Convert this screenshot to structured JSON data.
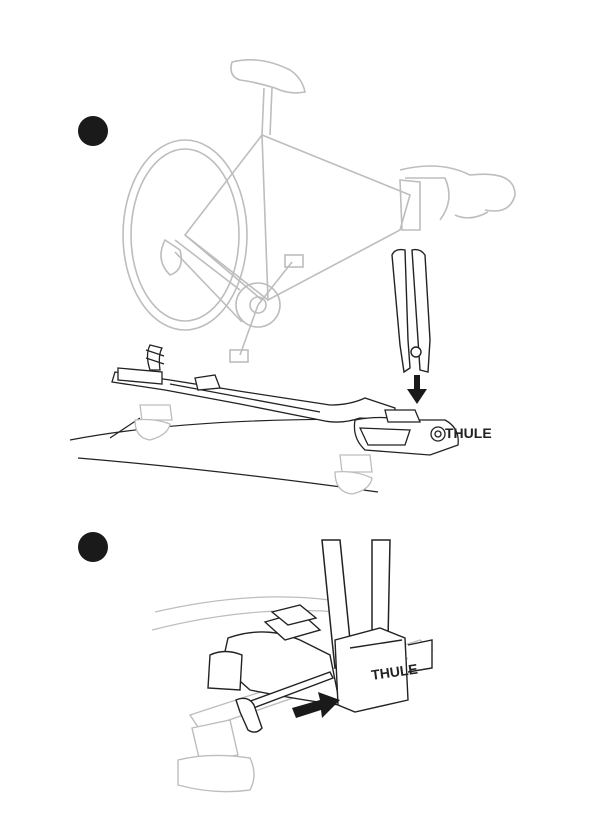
{
  "brand": {
    "name": "THULE"
  },
  "steps": [
    {
      "id": "step-1",
      "badge": ""
    },
    {
      "id": "step-2",
      "badge": ""
    }
  ],
  "colors": {
    "line": "#222222",
    "faded_line": "#bdbdbd",
    "badge": "#1a1a1a",
    "arrow": "#1a1a1a",
    "background": "#ffffff"
  },
  "icons": [
    "step-1-badge",
    "step-2-badge",
    "down-arrow-icon",
    "right-arrow-icon"
  ]
}
